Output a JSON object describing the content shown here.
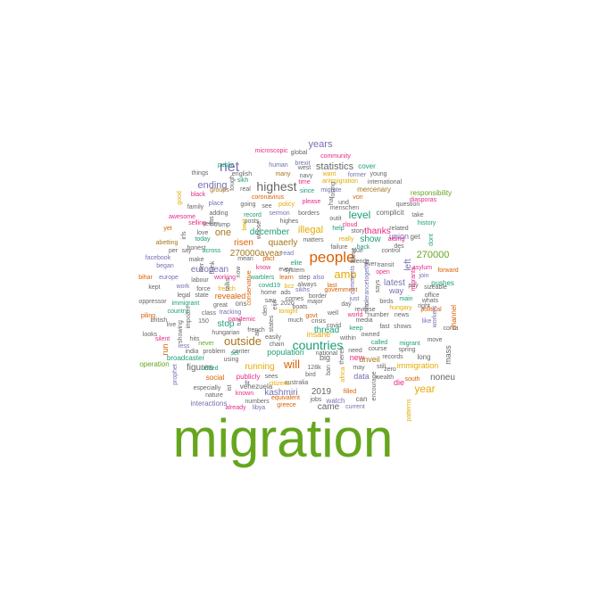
{
  "palette": [
    "#1b9e77",
    "#d95f02",
    "#7570b3",
    "#e7298a",
    "#66a61e",
    "#e6ab02",
    "#a6761d",
    "#666666"
  ],
  "words": [
    {
      "text": "migration",
      "color": "#66a61e"
    },
    {
      "text": "people",
      "color": "#d95f02"
    },
    {
      "text": "net",
      "color": "#7570b3"
    },
    {
      "text": "highest",
      "color": "#666666"
    },
    {
      "text": "countries",
      "color": "#1b9e77"
    },
    {
      "text": "amp",
      "color": "#e6ab02"
    },
    {
      "text": "years",
      "color": "#7570b3"
    },
    {
      "text": "year",
      "color": "#e6ab02"
    },
    {
      "text": "will",
      "color": "#d95f02"
    },
    {
      "text": "outside",
      "color": "#a6761d"
    },
    {
      "text": "ending",
      "color": "#7570b3"
    },
    {
      "text": "illegal",
      "color": "#e6ab02"
    },
    {
      "text": "level",
      "color": "#1b9e77"
    },
    {
      "text": "statistics",
      "color": "#666666"
    },
    {
      "text": "one",
      "color": "#a6761d"
    },
    {
      "text": "december",
      "color": "#1b9e77"
    },
    {
      "text": "european",
      "color": "#7570b3"
    },
    {
      "text": "risen",
      "color": "#d95f02"
    },
    {
      "text": "quaerly",
      "color": "#a6761d"
    },
    {
      "text": "270000",
      "color": "#66a61e"
    },
    {
      "text": "270000ayear",
      "color": "#a6761d"
    },
    {
      "text": "thanks",
      "color": "#e7298a"
    },
    {
      "text": "show",
      "color": "#1b9e77"
    },
    {
      "text": "union",
      "color": "#7570b3"
    },
    {
      "text": "left",
      "color": "#7570b3"
    },
    {
      "text": "latest",
      "color": "#7570b3"
    },
    {
      "text": "revealed",
      "color": "#d95f02"
    },
    {
      "text": "stop",
      "color": "#1b9e77"
    },
    {
      "text": "thread",
      "color": "#1b9e77"
    },
    {
      "text": "figures",
      "color": "#666666"
    },
    {
      "text": "running",
      "color": "#e6ab02"
    },
    {
      "text": "kashmiri",
      "color": "#7570b3"
    },
    {
      "text": "2019",
      "color": "#666666"
    },
    {
      "text": "came",
      "color": "#666666"
    },
    {
      "text": "noneu",
      "color": "#666666"
    },
    {
      "text": "immigration",
      "color": "#e6ab02"
    },
    {
      "text": "insane",
      "color": "#e6ab02"
    },
    {
      "text": "population",
      "color": "#1b9e77"
    },
    {
      "text": "new",
      "color": "#e7298a"
    },
    {
      "text": "data",
      "color": "#7570b3"
    },
    {
      "text": "mass",
      "color": "#666666"
    },
    {
      "text": "way",
      "color": "#7570b3"
    },
    {
      "text": "die",
      "color": "#e7298a"
    },
    {
      "text": "big",
      "color": "#666666"
    },
    {
      "text": "unveil",
      "color": "#a6761d"
    },
    {
      "text": "long",
      "color": "#666666"
    },
    {
      "text": "run",
      "color": "#d95f02"
    },
    {
      "text": "venezuela",
      "color": "#666666"
    },
    {
      "text": "social",
      "color": "#d95f02"
    },
    {
      "text": "publicly",
      "color": "#e7298a"
    },
    {
      "text": "watch",
      "color": "#7570b3"
    },
    {
      "text": "can",
      "color": "#666666"
    },
    {
      "text": "get",
      "color": "#666666"
    },
    {
      "text": "ons",
      "color": "#666666"
    },
    {
      "text": "microscopic",
      "color": "#e7298a"
    },
    {
      "text": "community",
      "color": "#e7298a"
    },
    {
      "text": "cover",
      "color": "#1b9e77"
    },
    {
      "text": "responsibility",
      "color": "#66a61e"
    },
    {
      "text": "mercenary",
      "color": "#a6761d"
    },
    {
      "text": "complicit",
      "color": "#666666"
    },
    {
      "text": "coronavirus",
      "color": "#d95f02"
    },
    {
      "text": "international",
      "color": "#666666"
    },
    {
      "text": "antimigration",
      "color": "#e6ab02"
    },
    {
      "text": "immigrant",
      "color": "#1b9e77"
    },
    {
      "text": "government",
      "color": "#d95f02"
    },
    {
      "text": "tolerancetogether",
      "color": "#7570b3"
    },
    {
      "text": "oppressor",
      "color": "#666666"
    },
    {
      "text": "broadcaster",
      "color": "#1b9e77"
    },
    {
      "text": "operation",
      "color": "#66a61e"
    },
    {
      "text": "interactions",
      "color": "#7570b3"
    },
    {
      "text": "equivalent",
      "color": "#d95f02"
    },
    {
      "text": "numbers",
      "color": "#666666"
    },
    {
      "text": "australia",
      "color": "#666666"
    },
    {
      "text": "citizens",
      "color": "#e6ab02"
    },
    {
      "text": "facebook",
      "color": "#7570b3"
    },
    {
      "text": "abetting",
      "color": "#a6761d"
    },
    {
      "text": "awesome",
      "color": "#e7298a"
    },
    {
      "text": "asylum",
      "color": "#e7298a"
    },
    {
      "text": "migrant",
      "color": "#1b9e77"
    },
    {
      "text": "wealth",
      "color": "#666666"
    },
    {
      "text": "reverse",
      "color": "#666666"
    },
    {
      "text": "national",
      "color": "#666666"
    },
    {
      "text": "boats",
      "color": "#666666"
    },
    {
      "text": "sikhs",
      "color": "#7570b3"
    },
    {
      "text": "matters",
      "color": "#666666"
    },
    {
      "text": "borders",
      "color": "#666666"
    },
    {
      "text": "menschen",
      "color": "#666666"
    },
    {
      "text": "migrate",
      "color": "#7570b3"
    },
    {
      "text": "global",
      "color": "#666666"
    },
    {
      "text": "human",
      "color": "#7570b3"
    },
    {
      "text": "brexit",
      "color": "#7570b3"
    },
    {
      "text": "navy",
      "color": "#666666"
    },
    {
      "text": "west",
      "color": "#666666"
    },
    {
      "text": "many",
      "color": "#a6761d"
    },
    {
      "text": "english",
      "color": "#666666"
    },
    {
      "text": "things",
      "color": "#666666"
    },
    {
      "text": "public",
      "color": "#1b9e77"
    },
    {
      "text": "family",
      "color": "#666666"
    },
    {
      "text": "black",
      "color": "#e7298a"
    },
    {
      "text": "groups",
      "color": "#a6761d"
    },
    {
      "text": "adding",
      "color": "#666666"
    },
    {
      "text": "trump",
      "color": "#666666"
    },
    {
      "text": "record",
      "color": "#1b9e77"
    },
    {
      "text": "sermon",
      "color": "#7570b3"
    },
    {
      "text": "highes",
      "color": "#666666"
    },
    {
      "text": "posts",
      "color": "#666666"
    },
    {
      "text": "policy",
      "color": "#e6ab02"
    },
    {
      "text": "please",
      "color": "#e7298a"
    },
    {
      "text": "place",
      "color": "#7570b3"
    },
    {
      "text": "real",
      "color": "#666666"
    },
    {
      "text": "going",
      "color": "#666666"
    },
    {
      "text": "sikh",
      "color": "#1b9e77"
    },
    {
      "text": "former",
      "color": "#7570b3"
    },
    {
      "text": "young",
      "color": "#666666"
    },
    {
      "text": "want",
      "color": "#e6ab02"
    },
    {
      "text": "question",
      "color": "#666666"
    },
    {
      "text": "take",
      "color": "#666666"
    },
    {
      "text": "history",
      "color": "#1b9e77"
    },
    {
      "text": "diasporas",
      "color": "#e7298a"
    },
    {
      "text": "cloud",
      "color": "#e7298a"
    },
    {
      "text": "outit",
      "color": "#666666"
    },
    {
      "text": "help",
      "color": "#1b9e77"
    },
    {
      "text": "story",
      "color": "#666666"
    },
    {
      "text": "related",
      "color": "#666666"
    },
    {
      "text": "dont",
      "color": "#1b9e77"
    },
    {
      "text": "really",
      "color": "#e6ab02"
    },
    {
      "text": "close",
      "color": "#666666"
    },
    {
      "text": "transit",
      "color": "#666666"
    },
    {
      "text": "control",
      "color": "#666666"
    },
    {
      "text": "open",
      "color": "#e7298a"
    },
    {
      "text": "forward",
      "color": "#d95f02"
    },
    {
      "text": "office",
      "color": "#666666"
    },
    {
      "text": "like",
      "color": "#7570b3"
    },
    {
      "text": "conta",
      "color": "#666666"
    },
    {
      "text": "channel",
      "color": "#d95f02"
    },
    {
      "text": "whats",
      "color": "#666666"
    },
    {
      "text": "political",
      "color": "#d95f02"
    },
    {
      "text": "right",
      "color": "#666666"
    },
    {
      "text": "pushes",
      "color": "#1b9e77"
    },
    {
      "text": "sizeable",
      "color": "#666666"
    },
    {
      "text": "move",
      "color": "#666666"
    },
    {
      "text": "south",
      "color": "#d95f02"
    },
    {
      "text": "patterns",
      "color": "#e6ab02"
    },
    {
      "text": "hungary",
      "color": "#e6ab02"
    },
    {
      "text": "news",
      "color": "#666666"
    },
    {
      "text": "called",
      "color": "#1b9e77"
    },
    {
      "text": "records",
      "color": "#666666"
    },
    {
      "text": "zero",
      "color": "#666666"
    },
    {
      "text": "course",
      "color": "#666666"
    },
    {
      "text": "owned",
      "color": "#666666"
    },
    {
      "text": "still",
      "color": "#666666"
    },
    {
      "text": "may",
      "color": "#666666"
    },
    {
      "text": "current",
      "color": "#7570b3"
    },
    {
      "text": "filled",
      "color": "#d95f02"
    },
    {
      "text": "jobs",
      "color": "#666666"
    },
    {
      "text": "greece",
      "color": "#d95f02"
    },
    {
      "text": "libya",
      "color": "#7570b3"
    },
    {
      "text": "already",
      "color": "#e7298a"
    },
    {
      "text": "known",
      "color": "#e7298a"
    },
    {
      "text": "especially",
      "color": "#666666"
    },
    {
      "text": "nature",
      "color": "#666666"
    },
    {
      "text": "using",
      "color": "#666666"
    },
    {
      "text": "united",
      "color": "#1b9e77"
    },
    {
      "text": "never",
      "color": "#66a61e"
    },
    {
      "text": "hits",
      "color": "#666666"
    },
    {
      "text": "india",
      "color": "#666666"
    },
    {
      "text": "less",
      "color": "#7570b3"
    },
    {
      "text": "problem",
      "color": "#666666"
    },
    {
      "text": "center",
      "color": "#666666"
    },
    {
      "text": "silent",
      "color": "#e7298a"
    },
    {
      "text": "looks",
      "color": "#666666"
    },
    {
      "text": "piling",
      "color": "#d95f02"
    },
    {
      "text": "british",
      "color": "#666666"
    },
    {
      "text": "bihar",
      "color": "#d95f02"
    },
    {
      "text": "europe",
      "color": "#7570b3"
    },
    {
      "text": "kept",
      "color": "#666666"
    },
    {
      "text": "country",
      "color": "#1b9e77"
    },
    {
      "text": "legal",
      "color": "#666666"
    },
    {
      "text": "state",
      "color": "#666666"
    },
    {
      "text": "labour",
      "color": "#666666"
    },
    {
      "text": "force",
      "color": "#666666"
    },
    {
      "text": "french",
      "color": "#e6ab02"
    },
    {
      "text": "working",
      "color": "#e7298a"
    },
    {
      "text": "great",
      "color": "#666666"
    },
    {
      "text": "class",
      "color": "#666666"
    },
    {
      "text": "tracking",
      "color": "#7570b3"
    },
    {
      "text": "hungarian",
      "color": "#666666"
    },
    {
      "text": "warblers",
      "color": "#1b9e77"
    },
    {
      "text": "learn",
      "color": "#d95f02"
    },
    {
      "text": "know",
      "color": "#e7298a"
    },
    {
      "text": "even",
      "color": "#666666"
    },
    {
      "text": "elite",
      "color": "#1b9e77"
    },
    {
      "text": "system",
      "color": "#666666"
    },
    {
      "text": "step",
      "color": "#666666"
    },
    {
      "text": "also",
      "color": "#7570b3"
    },
    {
      "text": "home",
      "color": "#666666"
    },
    {
      "text": "saw",
      "color": "#666666"
    },
    {
      "text": "ads",
      "color": "#666666"
    },
    {
      "text": "last",
      "color": "#d95f02"
    },
    {
      "text": "always",
      "color": "#666666"
    },
    {
      "text": "covid19",
      "color": "#1b9e77"
    },
    {
      "text": "tonight",
      "color": "#e6ab02"
    },
    {
      "text": "govt",
      "color": "#d95f02"
    },
    {
      "text": "much",
      "color": "#666666"
    },
    {
      "text": "states",
      "color": "#666666"
    },
    {
      "text": "easily",
      "color": "#666666"
    },
    {
      "text": "chain",
      "color": "#666666"
    },
    {
      "text": "2020",
      "color": "#666666"
    },
    {
      "text": "major",
      "color": "#666666"
    },
    {
      "text": "crisis",
      "color": "#666666"
    },
    {
      "text": "covid",
      "color": "#666666"
    },
    {
      "text": "128k",
      "color": "#666666"
    },
    {
      "text": "bird",
      "color": "#666666"
    },
    {
      "text": "well",
      "color": "#666666"
    },
    {
      "text": "world",
      "color": "#e7298a"
    },
    {
      "text": "media",
      "color": "#666666"
    },
    {
      "text": "number",
      "color": "#666666"
    },
    {
      "text": "keep",
      "color": "#1b9e77"
    },
    {
      "text": "within",
      "color": "#666666"
    },
    {
      "text": "fast",
      "color": "#666666"
    },
    {
      "text": "shows",
      "color": "#666666"
    },
    {
      "text": "need",
      "color": "#666666"
    },
    {
      "text": "spring",
      "color": "#666666"
    },
    {
      "text": "birds",
      "color": "#666666"
    },
    {
      "text": "main",
      "color": "#1b9e77"
    },
    {
      "text": "pay",
      "color": "#666666"
    },
    {
      "text": "day",
      "color": "#666666"
    },
    {
      "text": "just",
      "color": "#7570b3"
    },
    {
      "text": "since",
      "color": "#1b9e77"
    },
    {
      "text": "good",
      "color": "#e6ab02"
    },
    {
      "text": "honest",
      "color": "#666666"
    },
    {
      "text": "per",
      "color": "#666666"
    },
    {
      "text": "say",
      "color": "#666666"
    },
    {
      "text": "across",
      "color": "#1b9e77"
    },
    {
      "text": "make",
      "color": "#666666"
    },
    {
      "text": "today",
      "color": "#1b9e77"
    },
    {
      "text": "began",
      "color": "#7570b3"
    },
    {
      "text": "selling",
      "color": "#e7298a"
    },
    {
      "text": "love",
      "color": "#666666"
    },
    {
      "text": "yet",
      "color": "#d95f02"
    },
    {
      "text": "return",
      "color": "#666666"
    },
    {
      "text": "mean",
      "color": "#666666"
    },
    {
      "text": "pact",
      "color": "#d95f02"
    },
    {
      "text": "read",
      "color": "#7570b3"
    },
    {
      "text": "live",
      "color": "#666666"
    },
    {
      "text": "failure",
      "color": "#666666"
    },
    {
      "text": "back",
      "color": "#1b9e77"
    },
    {
      "text": "time",
      "color": "#e7298a"
    },
    {
      "text": "und",
      "color": "#666666"
    },
    {
      "text": "sees",
      "color": "#666666"
    },
    {
      "text": "der",
      "color": "#666666"
    },
    {
      "text": "due",
      "color": "#666666"
    },
    {
      "text": "ever",
      "color": "#666666"
    },
    {
      "text": "aiding",
      "color": "#e7298a"
    },
    {
      "text": "des",
      "color": "#666666"
    },
    {
      "text": "join",
      "color": "#7570b3"
    },
    {
      "text": "von",
      "color": "#d95f02"
    },
    {
      "text": "har",
      "color": "#666666"
    },
    {
      "text": "see",
      "color": "#666666"
    },
    {
      "text": "set",
      "color": "#1b9e77"
    },
    {
      "text": "150",
      "color": "#666666"
    },
    {
      "text": "fit",
      "color": "#666666"
    },
    {
      "text": "bcz",
      "color": "#e6ab02"
    },
    {
      "text": "now",
      "color": "#666666"
    },
    {
      "text": "work",
      "color": "#7570b3"
    },
    {
      "text": "comes",
      "color": "#666666"
    },
    {
      "text": "border",
      "color": "#666666"
    },
    {
      "text": "impoant",
      "color": "#666666"
    },
    {
      "text": "showing",
      "color": "#666666"
    },
    {
      "text": "prophet",
      "color": "#7570b3"
    },
    {
      "text": "think",
      "color": "#666666"
    },
    {
      "text": "talks",
      "color": "#666666"
    },
    {
      "text": "silence",
      "color": "#666666"
    },
    {
      "text": "mhn",
      "color": "#666666"
    },
    {
      "text": "comments",
      "color": "#7570b3"
    },
    {
      "text": "migrants",
      "color": "#e7298a"
    },
    {
      "text": "africa",
      "color": "#e6ab02"
    },
    {
      "text": "workers",
      "color": "#7570b3"
    },
    {
      "text": "encourage",
      "color": "#666666"
    },
    {
      "text": "conservative",
      "color": "#d95f02"
    },
    {
      "text": "whose",
      "color": "#666666"
    },
    {
      "text": "best",
      "color": "#e6ab02"
    },
    {
      "text": "irfs",
      "color": "#666666"
    },
    {
      "text": "pandemic",
      "color": "#e7298a"
    },
    {
      "text": "theres",
      "color": "#666666"
    },
    {
      "text": "says",
      "color": "#666666"
    },
    {
      "text": "den",
      "color": "#666666"
    },
    {
      "text": "ban",
      "color": "#666666"
    },
    {
      "text": "das",
      "color": "#666666"
    },
    {
      "text": "ist",
      "color": "#666666"
    },
    {
      "text": "att",
      "color": "#666666"
    },
    {
      "text": "tur",
      "color": "#666666"
    },
    {
      "text": "tough",
      "color": "#666666"
    },
    {
      "text": "eijn",
      "color": "#666666"
    },
    {
      "text": "losing",
      "color": "#666666"
    },
    {
      "text": "french",
      "color": "#666666"
    }
  ]
}
